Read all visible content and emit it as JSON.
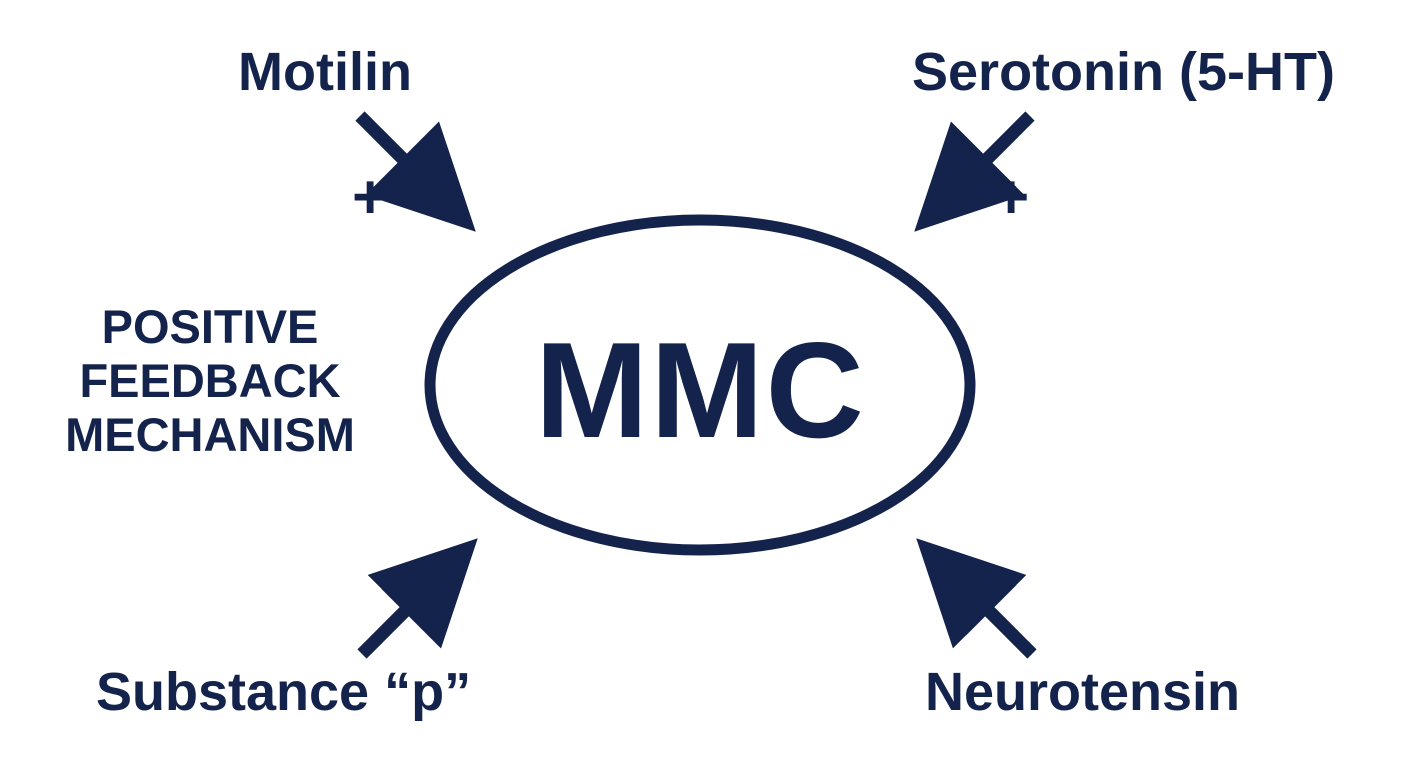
{
  "colors": {
    "ink": "#14234b",
    "background": "#ffffff"
  },
  "center": {
    "label": "MMC"
  },
  "side_note": {
    "lines": [
      "POSITIVE",
      "FEEDBACK",
      "MECHANISM"
    ]
  },
  "agents": [
    {
      "label": "Motilin",
      "sign": "+"
    },
    {
      "label": "Serotonin (5-HT)",
      "sign": "+"
    },
    {
      "label": "Substance “p”",
      "sign": ""
    },
    {
      "label": "Neurotensin",
      "sign": ""
    }
  ]
}
